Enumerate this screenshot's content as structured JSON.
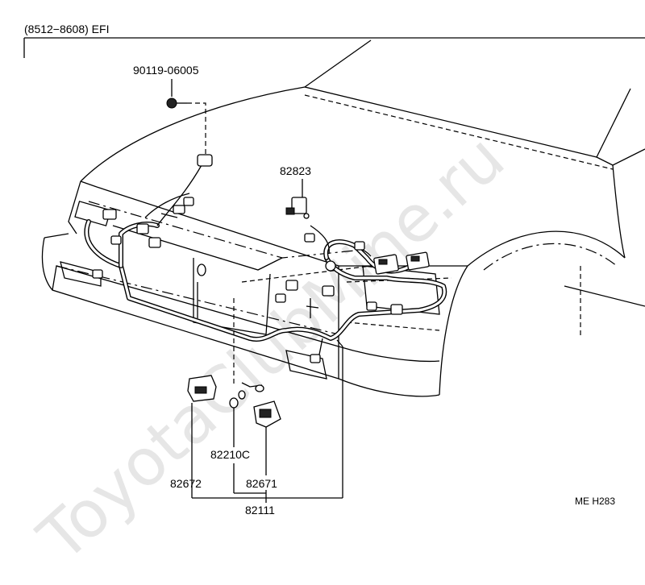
{
  "header": {
    "applicability": "(8512−8608) EFI"
  },
  "watermark": "ToyotaClubMine.ru",
  "diagram_code": "ME H283",
  "parts": {
    "bolt": "90119-06005",
    "sensor_82823": "82823",
    "grommet": "82210C",
    "connector_block_left": "82672",
    "connector_block_right": "82671",
    "wire_harness": "82111"
  }
}
